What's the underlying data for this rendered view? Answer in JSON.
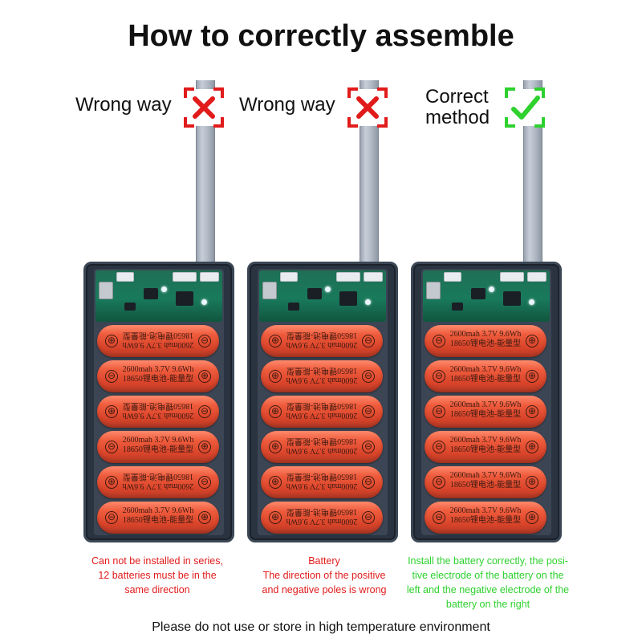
{
  "title": "How to correctly assemble",
  "footer": "Please do not use or store in high temperature environment",
  "colors": {
    "wrong": "#e11b1b",
    "correct": "#2ed12e",
    "battery": "#e24a2e",
    "case": "#2a3340"
  },
  "battery_text": {
    "line1": "2600mah   3.7V   9.6Wh",
    "line2": "18650锂电池-能量型"
  },
  "panels": [
    {
      "label": "Wrong way",
      "mark_icon": "red-x-icon",
      "note": [
        "Can not be installed in series,",
        "12 batteries must be in the",
        "same direction"
      ],
      "orientation": [
        "flip",
        "normal",
        "flip",
        "normal",
        "flip",
        "normal"
      ]
    },
    {
      "label": "Wrong way",
      "mark_icon": "red-x-icon",
      "note": [
        "Battery",
        "The direction of the positive",
        "and negative poles is wrong"
      ],
      "orientation": [
        "flip",
        "flip",
        "flip",
        "flip",
        "flip",
        "flip"
      ]
    },
    {
      "label_lines": [
        "Correct",
        "method"
      ],
      "mark_icon": "green-check-icon",
      "note": [
        "Install the battery correctly, the posi-",
        "tive electrode of the battery on the",
        "left and the negative electrode of the",
        "battery on the right"
      ],
      "orientation": [
        "normal",
        "normal",
        "normal",
        "normal",
        "normal",
        "normal"
      ]
    }
  ]
}
